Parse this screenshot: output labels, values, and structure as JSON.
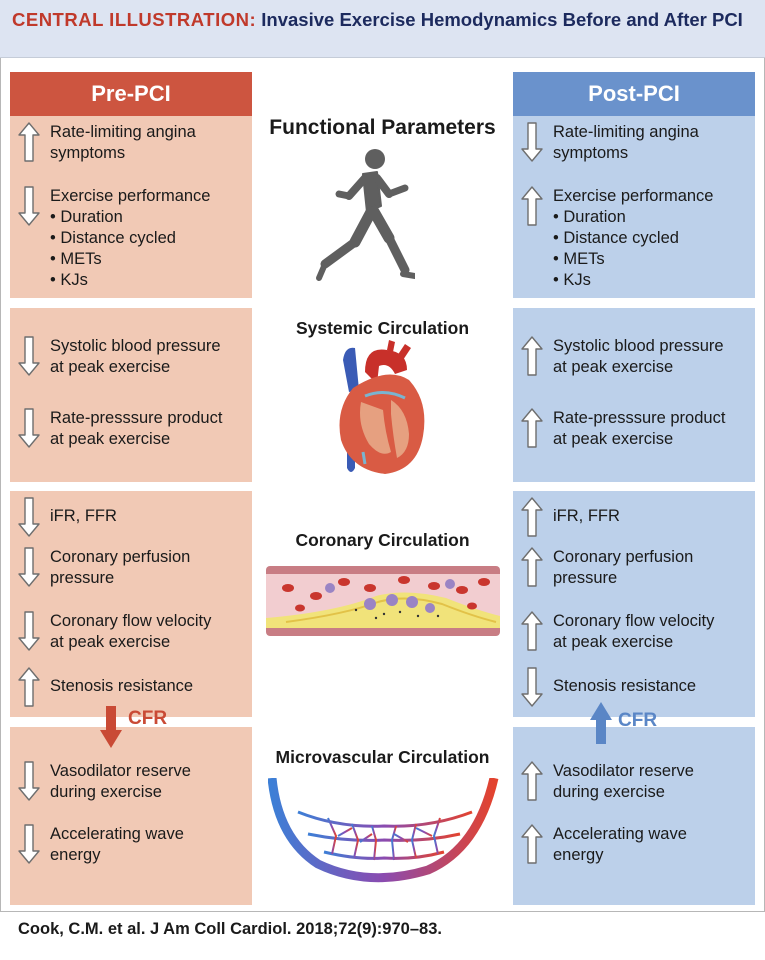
{
  "banner": {
    "lead": "CENTRAL ILLUSTRATION:",
    "title": "Invasive Exercise Hemodynamics Before and After PCI"
  },
  "pre": {
    "header": "Pre-PCI",
    "functional": {
      "symptoms": {
        "dir": "up",
        "line1": "Rate-limiting angina",
        "line2": "symptoms"
      },
      "exercise": {
        "dir": "down",
        "label": "Exercise performance",
        "items": [
          "Duration",
          "Distance cycled",
          "METs",
          "KJs"
        ]
      }
    },
    "systemic": {
      "sbp": {
        "dir": "down",
        "line1": "Systolic blood pressure",
        "line2": "at peak exercise"
      },
      "rpp": {
        "dir": "down",
        "line1": "Rate-presssure product",
        "line2": "at peak exercise"
      }
    },
    "coronary": {
      "ifr": {
        "dir": "down",
        "line1": "iFR, FFR",
        "line2": ""
      },
      "cpp": {
        "dir": "down",
        "line1": "Coronary perfusion",
        "line2": "pressure"
      },
      "cfv": {
        "dir": "down",
        "line1": "Coronary flow velocity",
        "line2": "at peak exercise"
      },
      "sr": {
        "dir": "up",
        "line1": "Stenosis resistance",
        "line2": ""
      }
    },
    "cfr": {
      "dir": "down",
      "label": "CFR"
    },
    "micro": {
      "vr": {
        "dir": "down",
        "line1": "Vasodilator reserve",
        "line2": "during exercise"
      },
      "awe": {
        "dir": "down",
        "line1": "Accelerating wave",
        "line2": "energy"
      }
    }
  },
  "post": {
    "header": "Post-PCI",
    "functional": {
      "symptoms": {
        "dir": "down",
        "line1": "Rate-limiting angina",
        "line2": "symptoms"
      },
      "exercise": {
        "dir": "up",
        "label": "Exercise performance",
        "items": [
          "Duration",
          "Distance cycled",
          "METs",
          "KJs"
        ]
      }
    },
    "systemic": {
      "sbp": {
        "dir": "up",
        "line1": "Systolic blood pressure",
        "line2": "at peak exercise"
      },
      "rpp": {
        "dir": "up",
        "line1": "Rate-presssure product",
        "line2": "at peak exercise"
      }
    },
    "coronary": {
      "ifr": {
        "dir": "up",
        "line1": "iFR, FFR",
        "line2": ""
      },
      "cpp": {
        "dir": "up",
        "line1": "Coronary perfusion",
        "line2": "pressure"
      },
      "cfv": {
        "dir": "up",
        "line1": "Coronary flow velocity",
        "line2": "at peak exercise"
      },
      "sr": {
        "dir": "down",
        "line1": "Stenosis resistance",
        "line2": ""
      }
    },
    "cfr": {
      "dir": "up",
      "label": "CFR"
    },
    "micro": {
      "vr": {
        "dir": "up",
        "line1": "Vasodilator reserve",
        "line2": "during exercise"
      },
      "awe": {
        "dir": "up",
        "line1": "Accelerating wave",
        "line2": "energy"
      }
    }
  },
  "center": {
    "functional": "Functional Parameters",
    "systemic": "Systemic Circulation",
    "coronary": "Coronary Circulation",
    "micro": "Microvascular Circulation",
    "icons": [
      "runner-icon",
      "heart-icon",
      "artery-icon",
      "capillary-bed-icon"
    ]
  },
  "colors": {
    "pre_header": "#cd5540",
    "pre_panel": "#f1c9b5",
    "post_header": "#6a92cc",
    "post_panel": "#bcd0ea",
    "cfr_pre": "#c94a35",
    "cfr_post": "#5a86c6",
    "banner_lead": "#c0392b",
    "banner_title": "#1c2a5e"
  },
  "citation": "Cook, C.M. et al. J Am Coll Cardiol. 2018;72(9):970–83."
}
